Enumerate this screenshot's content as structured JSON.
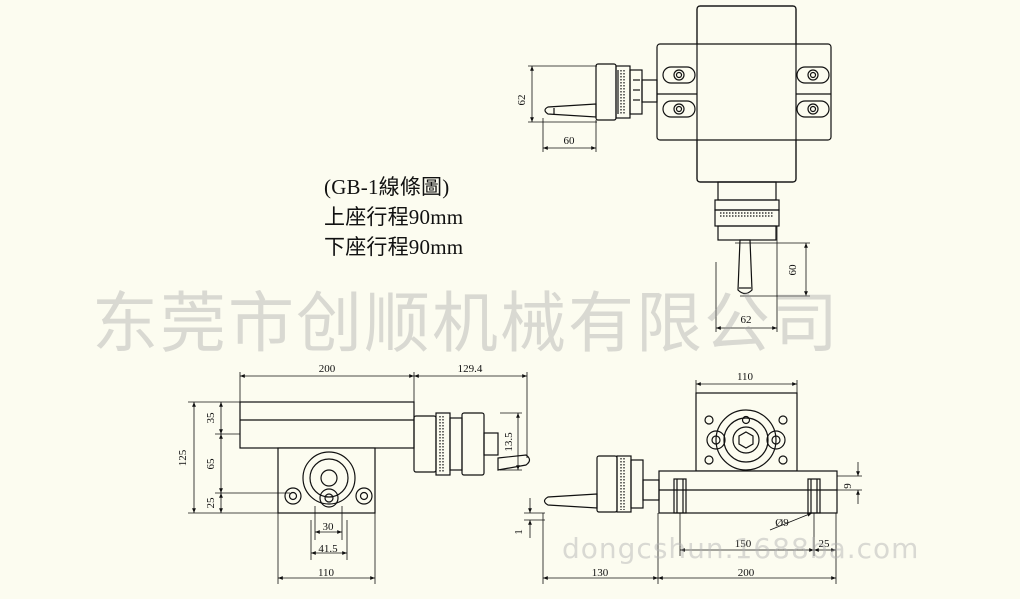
{
  "title": {
    "line1": "(GB-1線條圖)",
    "line2": "上座行程90mm",
    "line3": "下座行程90mm"
  },
  "watermark": "东莞市创顺机械有限公司",
  "site_watermark": "dongcshun.1688ba.com",
  "dimensions": {
    "top_h62": "62",
    "top_h60": "60",
    "top_v62": "62",
    "top_v60": "60",
    "front_200": "200",
    "front_129_4": "129.4",
    "front_125": "125",
    "front_35": "35",
    "front_65": "65",
    "front_25": "25",
    "front_13_5": "13.5",
    "front_30": "30",
    "front_41_5": "41.5",
    "front_110": "110",
    "side_110": "110",
    "side_9": "9",
    "side_dia9": "Ø9",
    "side_150": "150",
    "side_25": "25",
    "side_1": "1",
    "side_130": "130",
    "side_200": "200"
  }
}
